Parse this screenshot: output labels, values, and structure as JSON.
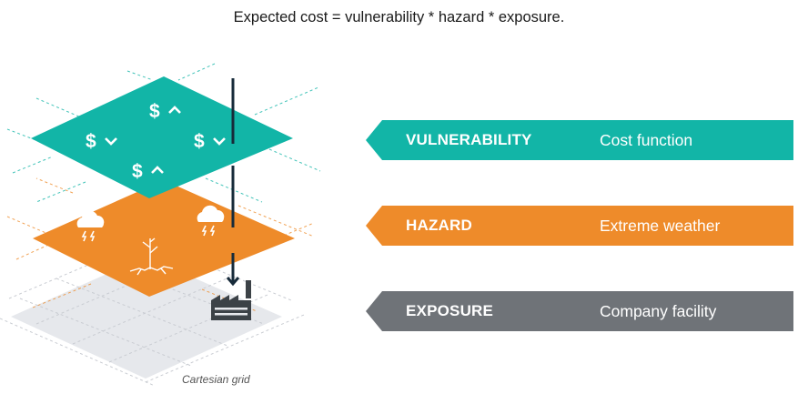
{
  "title": "Expected cost = vulnerability * hazard * exposure.",
  "colors": {
    "vulnerability": "#12b5a7",
    "hazard": "#ee8b2a",
    "exposure": "#6f7378",
    "grid_fill": "#e6e8ec",
    "arrow": "#172b3a"
  },
  "layers": [
    {
      "name": "VULNERABILITY",
      "desc": "Cost function"
    },
    {
      "name": "HAZARD",
      "desc": "Extreme weather"
    },
    {
      "name": "EXPOSURE",
      "desc": "Company facility"
    }
  ],
  "vulnerability_markers": [
    {
      "symbol": "$",
      "direction": "up"
    },
    {
      "symbol": "$",
      "direction": "down"
    },
    {
      "symbol": "$",
      "direction": "down"
    },
    {
      "symbol": "$",
      "direction": "up"
    }
  ],
  "icons": {
    "hazard": [
      "storm-cloud-icon",
      "storm-cloud-icon",
      "dry-plant-icon"
    ],
    "exposure": [
      "factory-icon"
    ]
  },
  "grid_caption": "Cartesian grid"
}
